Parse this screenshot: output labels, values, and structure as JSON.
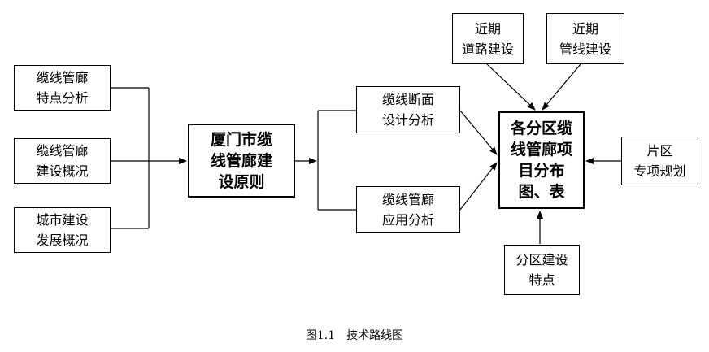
{
  "nodes": {
    "input_1": "缆线管廊\n特点分析",
    "input_2": "缆线管廊\n建设概况",
    "input_3": "城市建设\n发展概况",
    "principle": "厦门市缆\n线管廊建\n设原则",
    "section_analysis": "缆线断面\n设计分析",
    "application_analysis": "缆线管廊\n应用分析",
    "near_road": "近期\n道路建设",
    "near_pipeline": "近期\n管线建设",
    "result": "各分区缆\n线管廊项\n目分布\n图、表",
    "district_plan": "片区\n专项规划",
    "zone_features": "分区建设\n特点"
  },
  "caption": "图1.1　技术路线图"
}
